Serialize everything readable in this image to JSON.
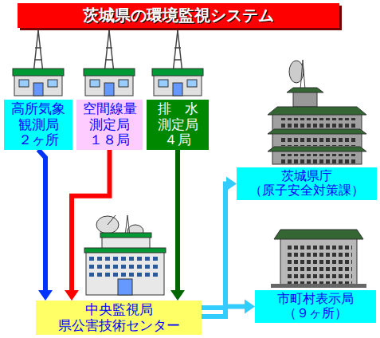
{
  "diagram": {
    "title": "茨城県の環境監視システム",
    "nodes": [
      {
        "text": [
          "高所気象 観測局 ２ヶ所"
        ]
      },
      {
        "text": [
          "空間線量 測定局 １８局"
        ]
      },
      {
        "text": [
          "排　水 測定局 ４局"
        ]
      },
      {
        "text": [
          "中央監視局 県公害技術センター"
        ]
      },
      {
        "text": [
          "茨城県庁 （原子安全対策課）"
        ]
      },
      {
        "text": [
          "市町村表示局 （９ヶ所）"
        ]
      }
    ],
    "edges": [
      {
        "from": 0,
        "to": 3,
        "arrow": "to"
      },
      {
        "from": 1,
        "to": 3,
        "arrow": "to"
      },
      {
        "from": 2,
        "to": 3,
        "arrow": "to"
      },
      {
        "from": 3,
        "to": 4,
        "arrow": "to"
      },
      {
        "from": 3,
        "to": 5,
        "arrow": "to"
      }
    ]
  }
}
